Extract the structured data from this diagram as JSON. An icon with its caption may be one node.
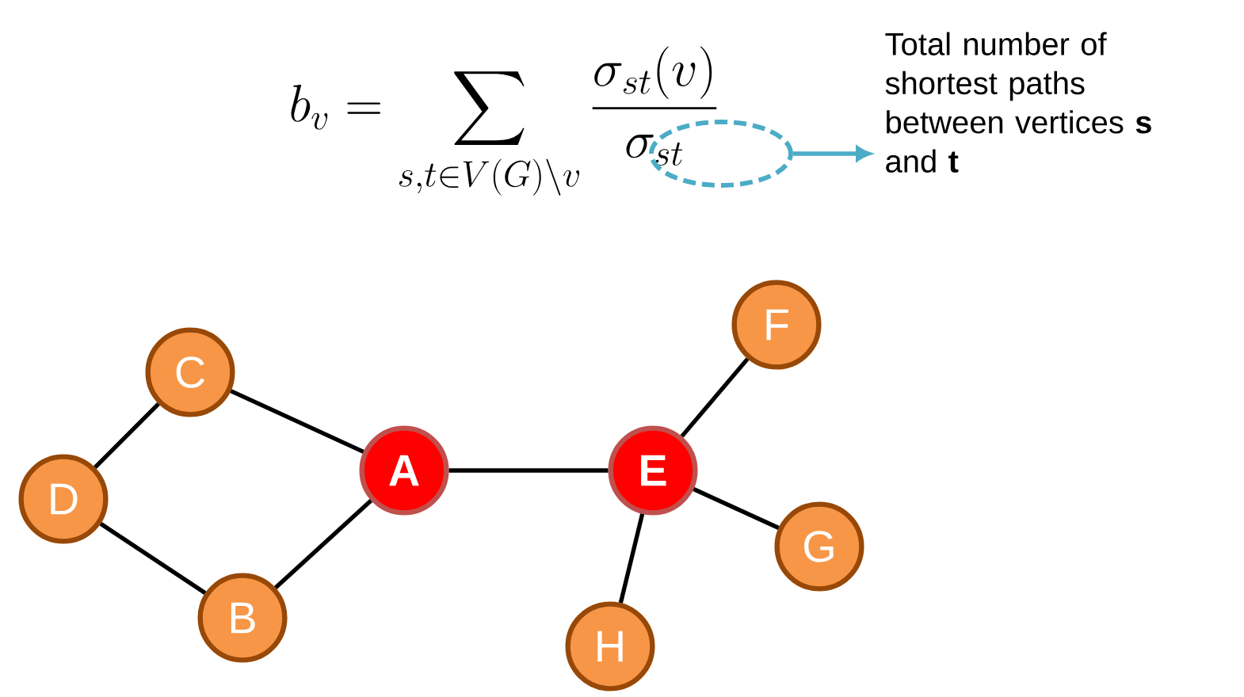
{
  "diagram": {
    "nodes": [
      {
        "text": [],
        "shape": "ellipse"
      },
      {
        "text": [
          "Total number of shortest paths between vertices **s** and **t**"
        ]
      },
      {
        "text": [
          "F"
        ]
      },
      {
        "text": [
          "C"
        ]
      },
      {
        "text": [
          "A"
        ]
      },
      {
        "text": [
          "E"
        ]
      },
      {
        "text": [
          "D"
        ]
      },
      {
        "text": [
          "G"
        ]
      },
      {
        "text": [
          "B"
        ]
      },
      {
        "text": [
          "H"
        ]
      }
    ],
    "edges": [
      {
        "from": 0,
        "to": 1,
        "arrow": "to",
        "color": "#4bacc6"
      },
      {
        "from": 3,
        "to": 4,
        "arrow": "none"
      },
      {
        "from": 6,
        "to": 3,
        "arrow": "none"
      },
      {
        "from": 6,
        "to": 8,
        "arrow": "none"
      },
      {
        "from": 8,
        "to": 4,
        "arrow": "none"
      },
      {
        "from": 4,
        "to": 5,
        "arrow": "none"
      },
      {
        "from": 5,
        "to": 2,
        "arrow": "none"
      },
      {
        "from": 5,
        "to": 7,
        "arrow": "none"
      },
      {
        "from": 5,
        "to": 9,
        "arrow": "none"
      }
    ],
    "labels": [
      "b_v = \\sum_{s,t\\in V(G)\\setminus v} \\frac{\\sigma_{st}(v)}{\\sigma_{st}}"
    ]
  }
}
